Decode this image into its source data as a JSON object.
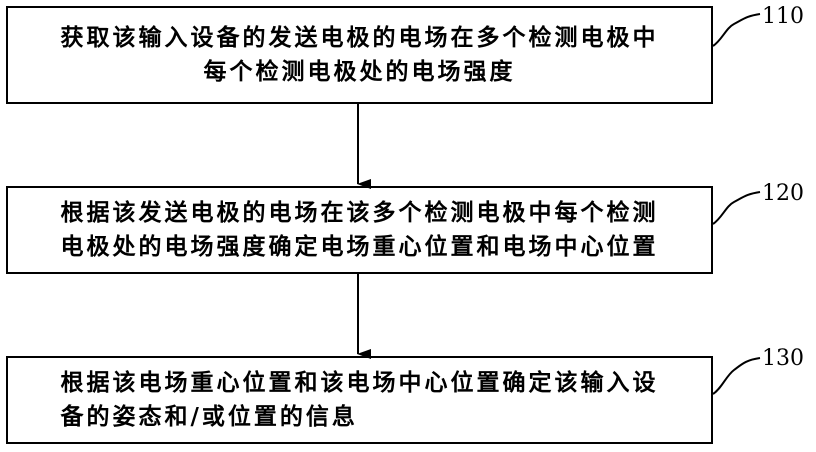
{
  "steps": [
    {
      "text": "获取该输入设备的发送电极的电场在多个检测电极中\n每个检测电极处的电场强度",
      "ref": "110"
    },
    {
      "text": "根据该发送电极的电场在该多个检测电极中每个检测\n电极处的电场强度确定电场重心位置和电场中心位置",
      "ref": "120"
    },
    {
      "text": "根据该电场重心位置和该电场中心位置确定该输入设\n备的姿态和/或位置的信息",
      "ref": "130"
    }
  ]
}
